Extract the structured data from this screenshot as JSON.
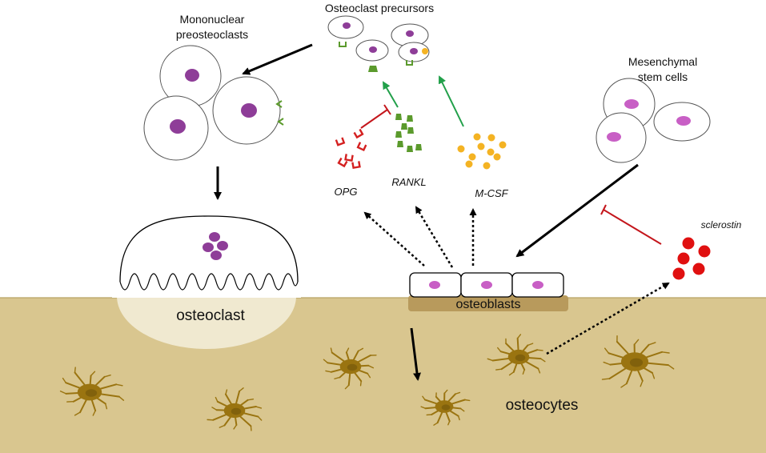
{
  "labels": {
    "mononuclear_line1": "Mononuclear",
    "mononuclear_line2": "preosteoclasts",
    "precursors": "Osteoclast precursors",
    "msc_line1": "Mesenchymal",
    "msc_line2": "stem cells",
    "opg": "OPG",
    "rankl": "RANKL",
    "mcsf": "M-CSF",
    "sclerostin": "sclerostin",
    "osteoclast": "osteoclast",
    "osteoblasts": "osteoblasts",
    "osteocytes": "osteocytes"
  },
  "colors": {
    "bone": "#d9c68f",
    "bone_edge": "#b9a465",
    "osteoblast_bar": "#b89a5c",
    "resorption": "#f2ebd6",
    "nucleus": "#8e3d98",
    "msc_nucleus": "#c85fc5",
    "opg": "#d42020",
    "rankl": "#5b9a2c",
    "mcsf": "#f4b323",
    "sclerostin": "#e01010",
    "stimulate_arrow": "#22a04a",
    "inhibit": "#c4161c",
    "osteocyte": "#9a7410",
    "osteocyte_dark": "#6e520a"
  }
}
